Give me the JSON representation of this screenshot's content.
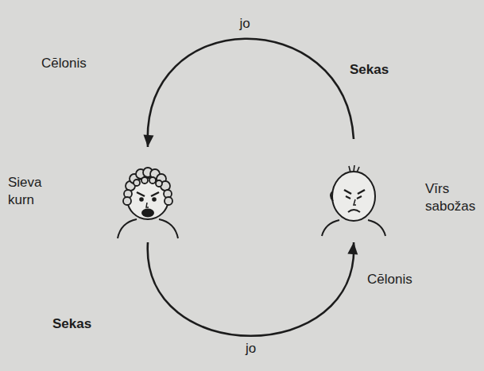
{
  "diagram": {
    "nodes": [
      {
        "text": [
          "Sieva kurn"
        ]
      },
      {
        "text": [
          "Vīrs sabožas"
        ]
      }
    ],
    "edges": [
      {
        "from": 1,
        "to": 0,
        "arrow": "to",
        "label": "jo"
      },
      {
        "from": 0,
        "to": 1,
        "arrow": "to",
        "label": "jo"
      }
    ],
    "labels": [
      "Cēlonis",
      "Sekas",
      "Sekas",
      "Cēlonis"
    ]
  }
}
